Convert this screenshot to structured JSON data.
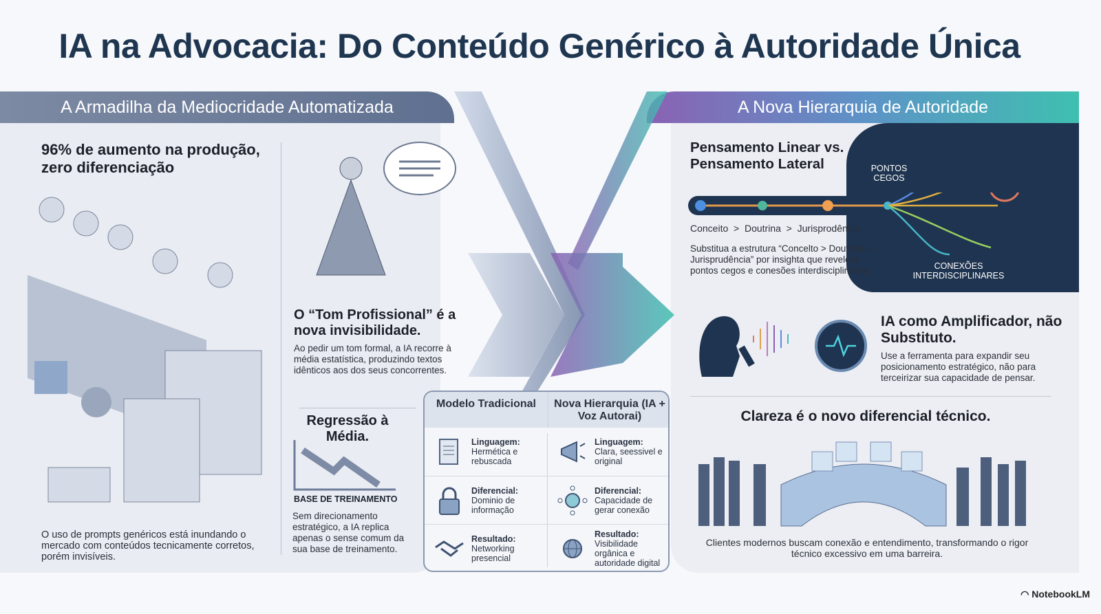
{
  "title": "IA na Advocacia: Do Conteúdo Genérico à Autoridade Única",
  "left": {
    "header": "A Armadilha da Mediocridade Automatizada",
    "stat_title": "96% de aumento na produção, zero diferenciação",
    "stat_text": "O uso de prompts genéricos está inundando o mercado com conteúdos tecnicamente corretos, porém invisíveis.",
    "tone_title": "O “Tom Profissional” é a nova invisibilidade.",
    "tone_text": "Ao pedir um tom formal, a IA recorre à média estatística, produzindo textos idênticos aos dos seus concorrentes.",
    "regression_title": "Regressão à Média.",
    "regression_axis": "BASE DE TREINAMENTO",
    "regression_text": "Sem direcionamento estratégico, a IA replica apenas o sense comum da sua base de treinamento."
  },
  "table": {
    "headers": [
      "Modelo Tradicional",
      "Nova Hierarquia (IA + Voz Autorai)"
    ],
    "rows": [
      {
        "left_label": "Linguagem:",
        "left_value": "Hermética e rebuscada",
        "left_icon": "scroll-icon",
        "right_label": "Linguagem:",
        "right_value": "Clara, seessivel e original",
        "right_icon": "megaphone-icon"
      },
      {
        "left_label": "Diferencial:",
        "left_value": "Dominio de informação",
        "left_icon": "lock-icon",
        "right_label": "Diferencial:",
        "right_value": "Capacidade de gerar conexão",
        "right_icon": "network-icon"
      },
      {
        "left_label": "Resultado:",
        "left_value": "Networking presencial",
        "left_icon": "handshake-icon",
        "right_label": "Resultado:",
        "right_value": "Visibilidade orgânica e autoridade digital",
        "right_icon": "globe-icon"
      }
    ]
  },
  "right": {
    "header": "A Nova Hierarquia de Autoridade",
    "lateral_title": "Pensamento Linear vs. Pensamento Lateral",
    "chain": "Conceito  >  Doutrina  >  Jurisprodência",
    "lateral_text": "Substitua a estrutura “Concelto > Doutrina > Jurisprudência” por insighta que revelem pontos cegos e conesões interdisciplinares.",
    "blind_spots": "PONTOS CEGOS",
    "connections": "CONEXÕES INTERDISCIPLINARES",
    "amp_title": "IA como Amplificador, não Substituto.",
    "amp_text": "Use a ferramenta para expandir seu posicionamento estratégico, não para terceirizar sua capacidade de pensar.",
    "clarity_title": "Clareza é o novo diferencial técnico.",
    "clarity_text": "Clientes modernos buscam conexão e entendimento, transformando o rigor técnico excessivo em uma barreira."
  },
  "brand": "NotebookLM",
  "colors": {
    "title": "#1f3650",
    "dark_panel": "#1f3450",
    "accent_purple": "#8a62b3",
    "accent_teal": "#3fbfb0"
  }
}
